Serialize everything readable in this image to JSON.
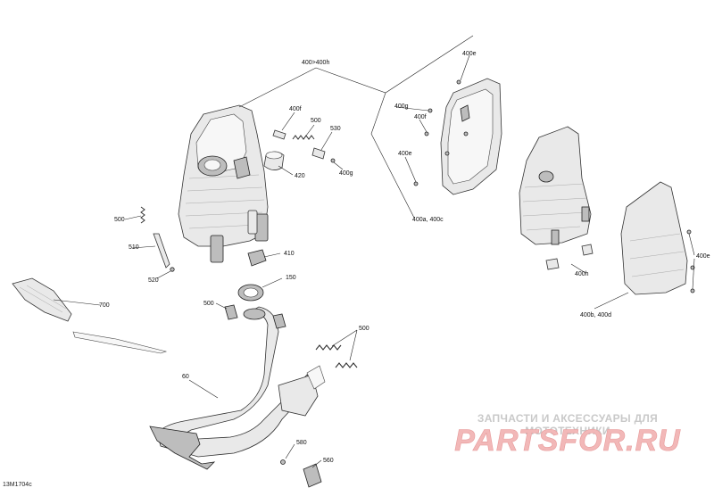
{
  "drawing_code": "13M1704c",
  "watermark": {
    "subtitle": "ЗАПЧАСТИ И АКСЕССУАРЫ ДЛЯ МОТОТЕХНИКИ",
    "logo_text": "PARTSFOR.RU",
    "logo_color": "#f2b8b8",
    "subtitle_color": "#c9c9c9"
  },
  "callouts": {
    "muffler_assembly": "400>400h",
    "shield_400f": "400f",
    "spring_500_top": "500",
    "clip_530": "530",
    "cap_420": "420",
    "screw_400g_center": "400g",
    "spring_500_left": "500",
    "bracket_510": "510",
    "screw_520": "520",
    "grommet_410": "410",
    "gasket_150": "150",
    "heat_shield_700": "700",
    "spring_500_mid": "500",
    "springs_500_right": "500",
    "exhaust_pipe_60": "60",
    "screw_580": "580",
    "bumper_560": "560",
    "screw_400e_top": "400e",
    "screw_400g_right": "400g",
    "clip_400f_right": "400f",
    "screw_400e_left": "400e",
    "cover_400a": "400a, 400c",
    "clip_400h": "400h",
    "screw_400e_right": "400e",
    "cover_400b": "400b, 400d"
  }
}
